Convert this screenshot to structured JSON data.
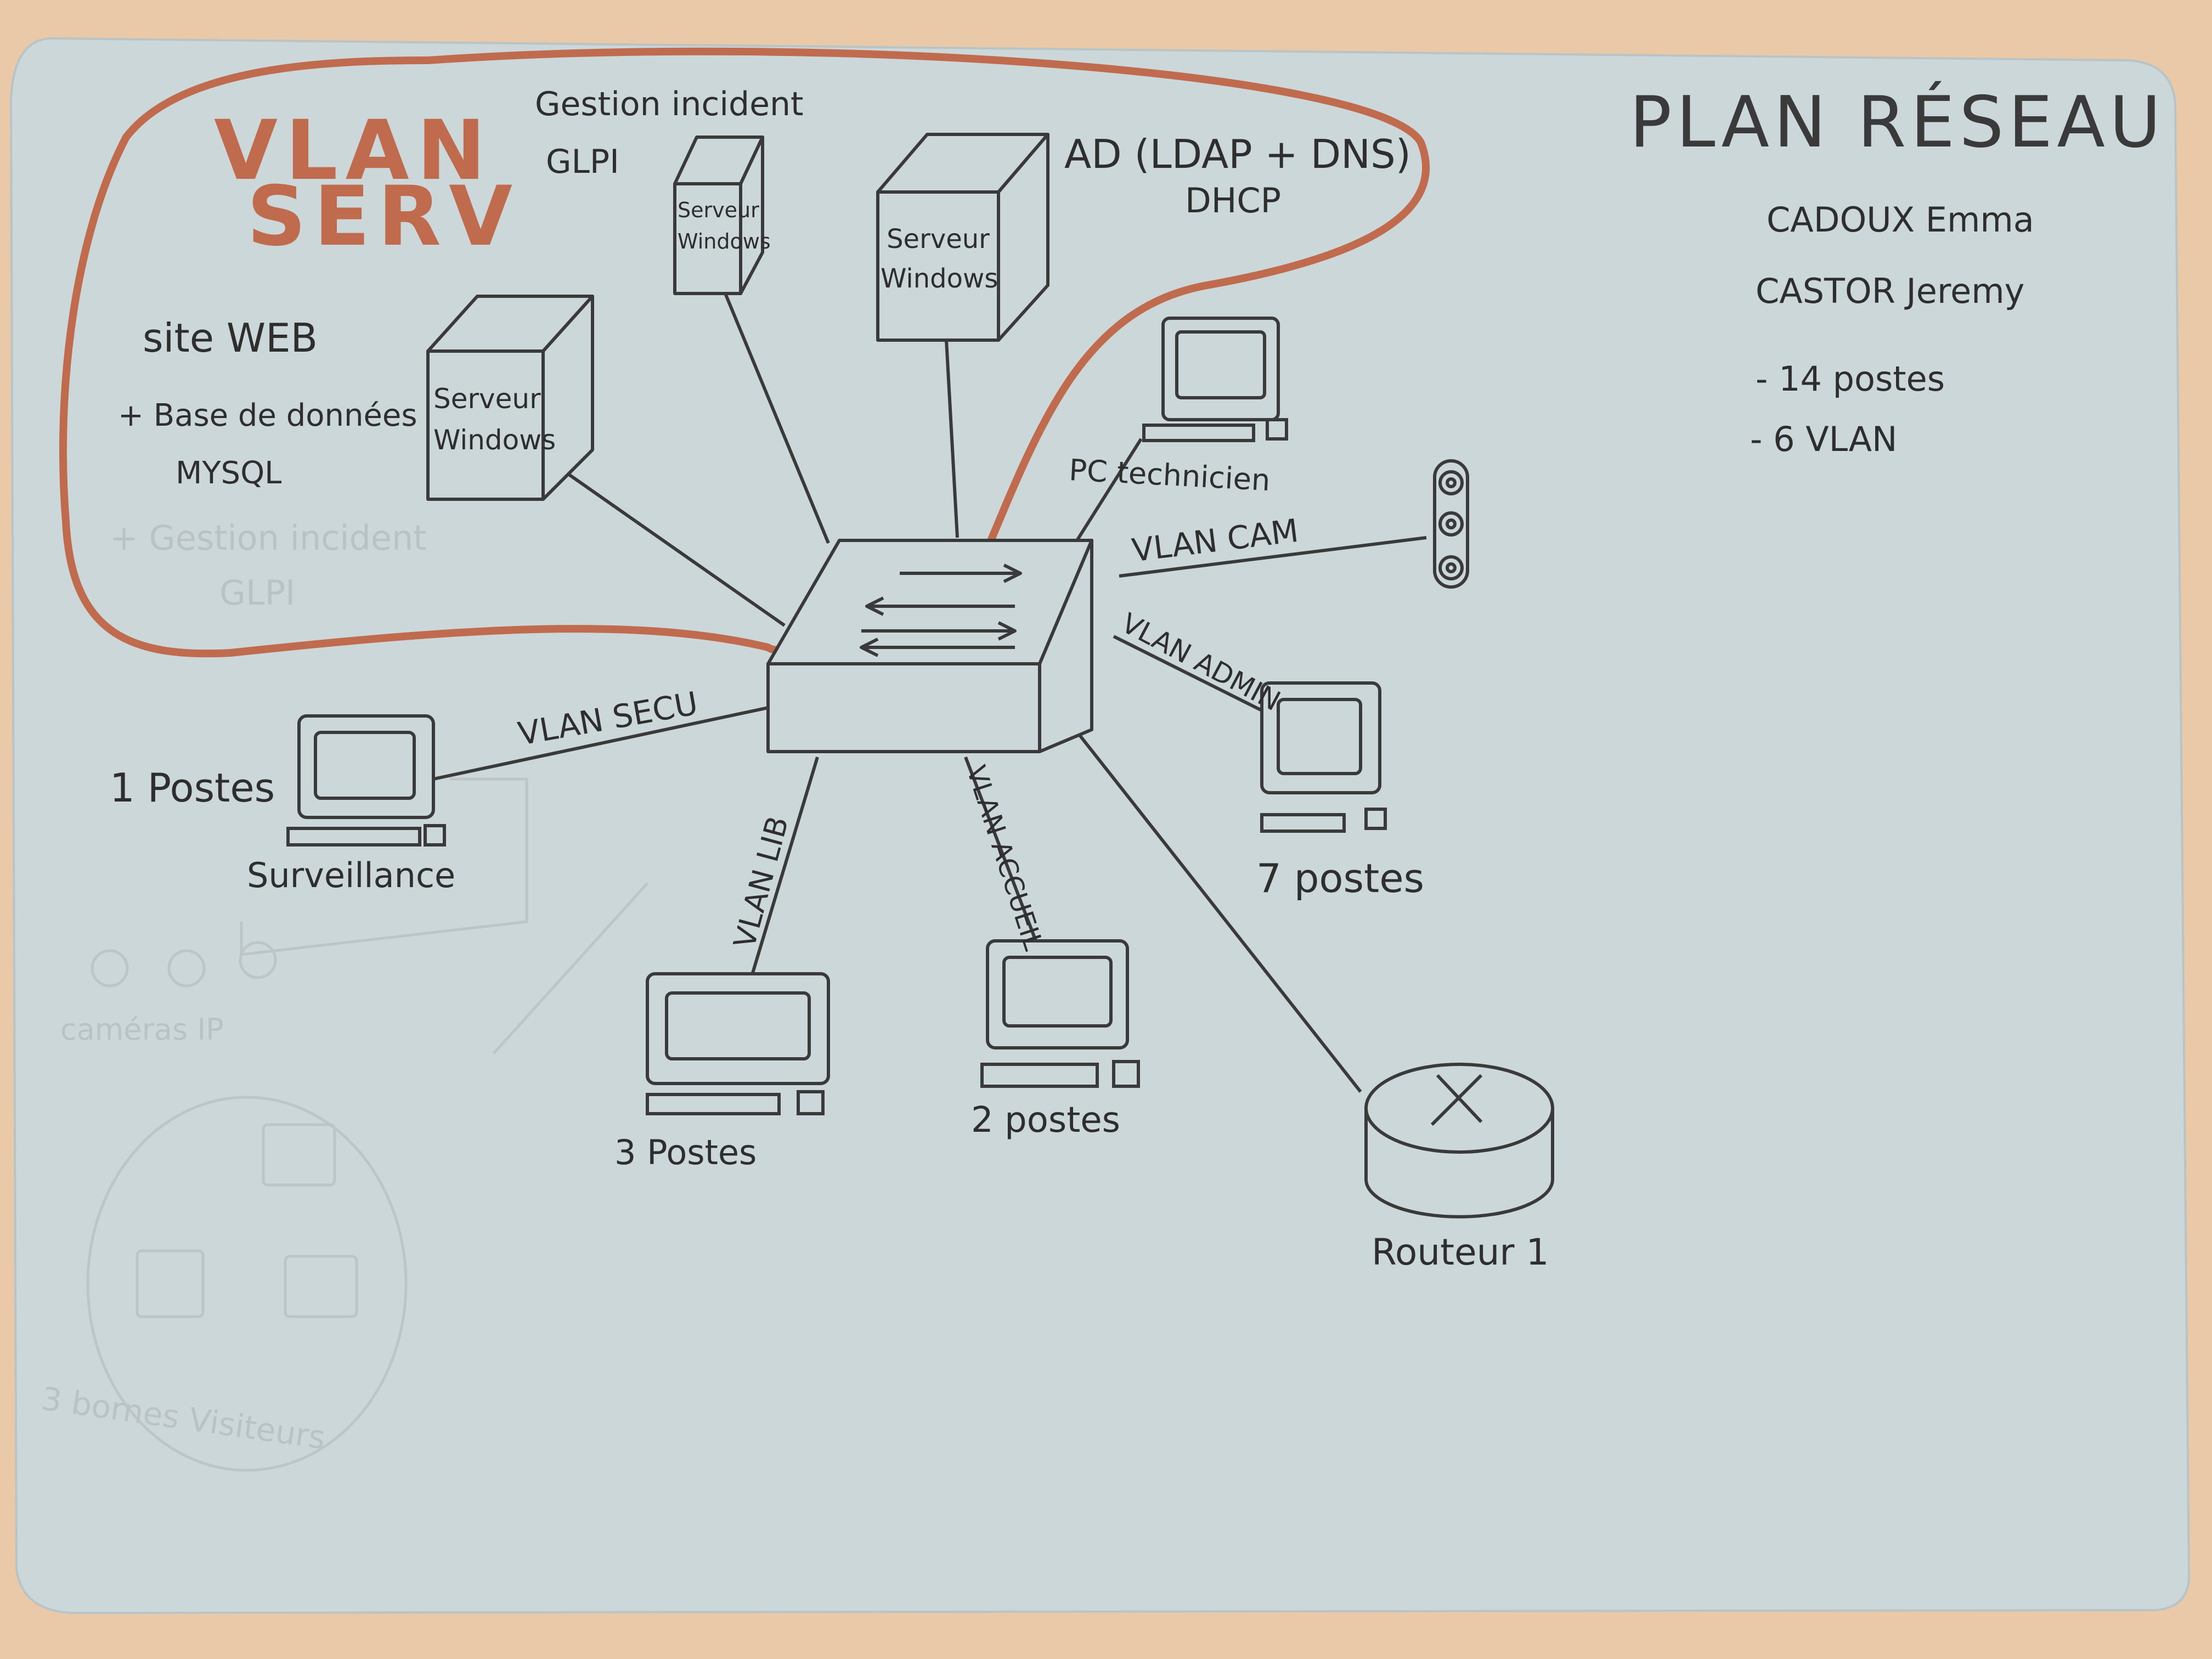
{
  "title": "PLAN RÉSEAU",
  "authors": [
    "CADOUX Emma",
    "CASTOR Jeremy"
  ],
  "summary": [
    "- 14 postes",
    "- 6 VLAN"
  ],
  "vlan_serv": {
    "title_line1": "VLAN",
    "title_line2": "SERV",
    "server_label": "Serveur Windows",
    "server1_role": [
      "site WEB",
      "+ Base de données",
      "MYSQL"
    ],
    "server2_role": [
      "Gestion incident",
      "GLPI"
    ],
    "server3_role": [
      "AD (LDAP + DNS)",
      "DHCP"
    ],
    "struck_note": [
      "+ Gestion incident",
      "GLPI"
    ]
  },
  "links": {
    "cam": "VLAN CAM",
    "admin": "VLAN ADMIN",
    "secu": "VLAN SECU",
    "lib": "VLAN LIB",
    "accueil": "VLAN ACCUEIL"
  },
  "devices": {
    "pc_technicien": "PC technicien",
    "surveillance": "Surveillance",
    "surveillance_count": "1 Postes",
    "admin_count": "7 postes",
    "lib_count": "3 Postes",
    "accueil_count": "2 postes",
    "router": "Routeur 1"
  },
  "faint_notes": {
    "cameras": "caméras IP",
    "wifi": "3 bornes Visiteurs"
  },
  "colors": {
    "paper": "#ccd7d9",
    "ink": "#2e2e2e",
    "vlan_serv_outline": "#c06a4e",
    "background": "#e9c9a8"
  }
}
